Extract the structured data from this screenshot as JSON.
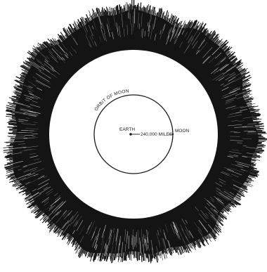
{
  "labels": {
    "orbit": "ORBIT OF MOON",
    "earth": "EARTH",
    "distance": "240,000 MILES",
    "moon": "MOON"
  },
  "colors": {
    "corona": "#141414",
    "corona_ray": "#ffffff",
    "inner_disk": "#ffffff",
    "line": "#1a1a1a",
    "background": "#ffffff"
  }
}
